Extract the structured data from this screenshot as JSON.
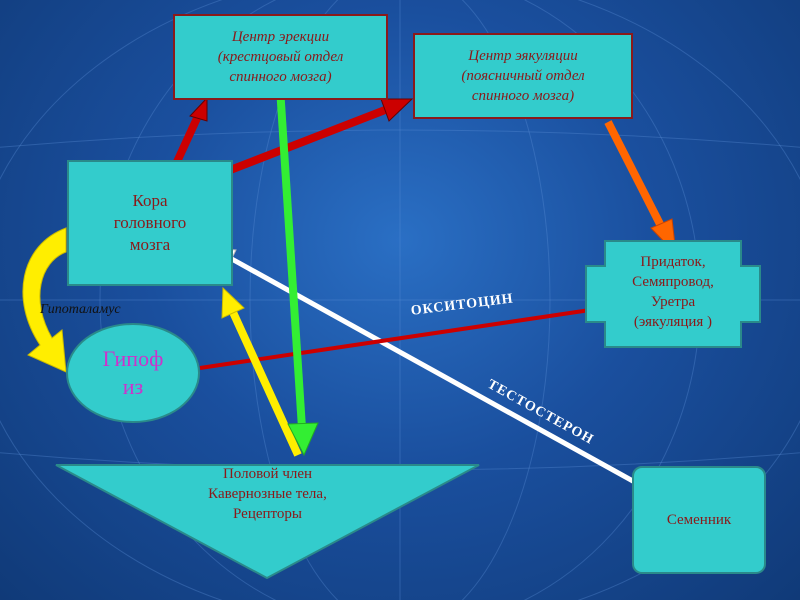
{
  "nodes": {
    "cortex": [
      "Кора",
      "головного",
      "мозга"
    ],
    "erection_center": [
      "Центр эрекции",
      "(крестцовый отдел",
      "спинного мозга)"
    ],
    "ejaculation_center": [
      "Центр эякуляции",
      "(поясничный отдел",
      "спинного мозга)"
    ],
    "epididymis": [
      "Придаток,",
      "Семяпровод,",
      "Уретра",
      "(эякуляция )"
    ],
    "pituitary": [
      "Гипоф",
      "из"
    ],
    "penis": [
      "Половой член",
      "Кавернозные тела,",
      "Рецепторы"
    ],
    "testis": "Семенник"
  },
  "labels": {
    "hypothalamus": "Гипоталамус",
    "oxytocin": "ОКСИТОЦИН",
    "testosterone": "ТЕСТОСТЕРОН"
  },
  "colors": {
    "box_fill": "#33cccc",
    "box_text": "#8a1a1a",
    "pituitary_text": "#cc33cc",
    "arrow_red": "#cc0000",
    "arrow_green": "#33ee33",
    "arrow_yellow": "#ffee00",
    "arrow_orange": "#ff6600",
    "arrow_white": "#ffffff"
  }
}
